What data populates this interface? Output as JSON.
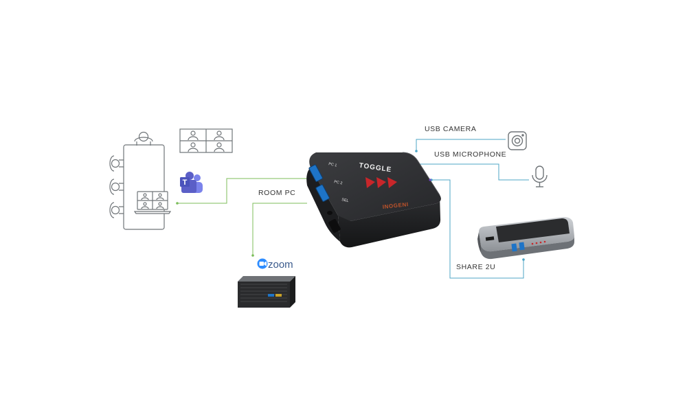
{
  "labels": {
    "usb_camera": "USB CAMERA",
    "usb_microphone": "USB MICROPHONE",
    "room_pc": "ROOM PC",
    "share_2u": "SHARE 2U"
  },
  "device": {
    "title": "TOGGLE",
    "port_pc1": "PC 1",
    "port_pc2": "PC 2",
    "port_sel": "SEL",
    "brand": "INOGENI"
  },
  "logos": {
    "zoom": "zoom",
    "teams_letter": "T"
  },
  "colors": {
    "green_line": "#7cbd5a",
    "blue_line": "#4ca6c6",
    "usb_blue": "#1e74c7",
    "arrow_red": "#c8262a",
    "device_body": "#2b2c2e",
    "teams_purple": "#5b5fc7",
    "zoom_blue": "#2d8cff",
    "icon_gray": "#8a8f93"
  },
  "icons": [
    "conference-table-icon",
    "video-grid-icon",
    "teams-logo-icon",
    "zoom-logo-icon",
    "camera-icon",
    "microphone-icon"
  ]
}
